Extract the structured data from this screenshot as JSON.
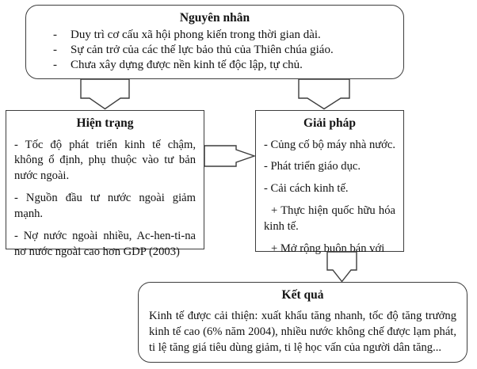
{
  "diagram": {
    "colors": {
      "background": "#ffffff",
      "border": "#3d3d3d",
      "text": "#121212"
    },
    "cause_box": {
      "title": "Nguyên nhân",
      "bullet": "-",
      "items": [
        "Duy trì cơ cấu xã hội phong kiến trong thời gian dài.",
        "Sự cản trở của các thế lực bảo thủ của Thiên chúa giáo.",
        "Chưa xây dựng được nền kinh tế độc lập, tự chủ."
      ]
    },
    "status_box": {
      "title": "Hiện trạng",
      "items": [
        "- Tốc độ phát triển kinh tế chậm, không ổ định, phụ thuộc vào tư bản nước ngoài.",
        "- Nguồn đầu tư nước ngoài giảm mạnh.",
        "- Nợ nước ngoài nhiều, Ac-hen-ti-na nơ nước ngoài cao hơn GDP (2003)"
      ]
    },
    "solution_box": {
      "title": "Giải pháp",
      "items": [
        "- Củng cố bộ máy nhà nước.",
        "- Phát triển giáo dục.",
        "- Cải cách kinh tế.",
        "+ Thực hiện quốc hữu hóa kinh tế.",
        "+ Mở rộng buôn bán với"
      ]
    },
    "result_box": {
      "title": "Kết quả",
      "body": "Kinh tế được cải thiện: xuất khẩu tăng nhanh, tốc độ tăng trưởng kinh tế cao (6% năm 2004), nhiều nước không chế được lạm phát, ti lệ tăng giá tiêu dùng giảm, ti lệ học vấn của người dân tăng..."
    }
  }
}
